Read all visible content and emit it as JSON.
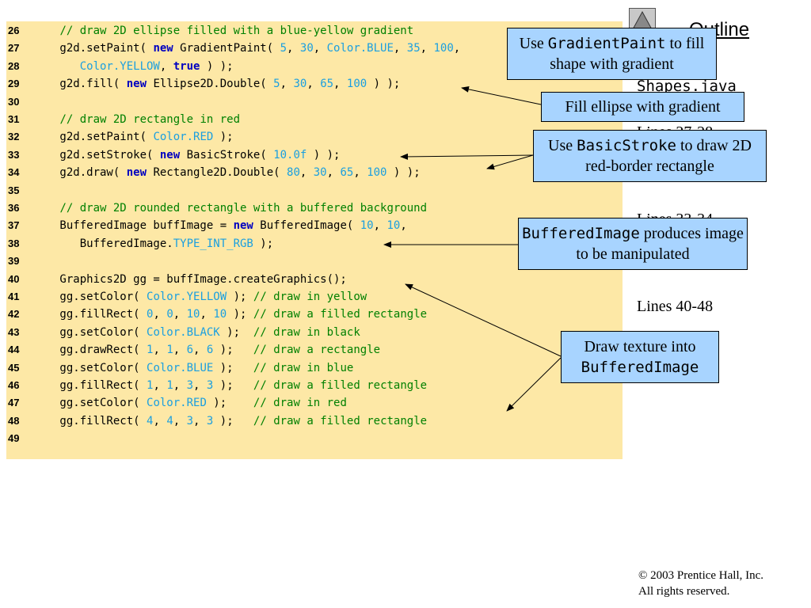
{
  "outline": {
    "title": "Outline",
    "filename": "Shapes.java",
    "labels": [
      "Lines 27-28",
      "Lines 33-34",
      "Lines 40-48"
    ]
  },
  "code_lines": [
    {
      "num": "26",
      "tokens": [
        {
          "t": "        "
        },
        {
          "t": "// draw 2D ellipse filled with a blue-yellow gradient",
          "s": "c"
        }
      ]
    },
    {
      "num": "27",
      "tokens": [
        {
          "t": "        g2d.setPaint( "
        },
        {
          "t": "new",
          "s": "k"
        },
        {
          "t": " GradientPaint( "
        },
        {
          "t": "5",
          "s": "n"
        },
        {
          "t": ", "
        },
        {
          "t": "30",
          "s": "n"
        },
        {
          "t": ", "
        },
        {
          "t": "Color.BLUE",
          "s": "n"
        },
        {
          "t": ", "
        },
        {
          "t": "35",
          "s": "n"
        },
        {
          "t": ", "
        },
        {
          "t": "100",
          "s": "n"
        },
        {
          "t": ","
        }
      ]
    },
    {
      "num": "28",
      "tokens": [
        {
          "t": "           "
        },
        {
          "t": "Color.YELLOW",
          "s": "n"
        },
        {
          "t": ", "
        },
        {
          "t": "true",
          "s": "k"
        },
        {
          "t": " ) );"
        }
      ]
    },
    {
      "num": "29",
      "tokens": [
        {
          "t": "        g2d.fill( "
        },
        {
          "t": "new",
          "s": "k"
        },
        {
          "t": " Ellipse2D.Double( "
        },
        {
          "t": "5",
          "s": "n"
        },
        {
          "t": ", "
        },
        {
          "t": "30",
          "s": "n"
        },
        {
          "t": ", "
        },
        {
          "t": "65",
          "s": "n"
        },
        {
          "t": ", "
        },
        {
          "t": "100",
          "s": "n"
        },
        {
          "t": " ) );"
        }
      ]
    },
    {
      "num": "30",
      "tokens": []
    },
    {
      "num": "31",
      "tokens": [
        {
          "t": "        "
        },
        {
          "t": "// draw 2D rectangle in red",
          "s": "c"
        }
      ]
    },
    {
      "num": "32",
      "tokens": [
        {
          "t": "        g2d.setPaint( "
        },
        {
          "t": "Color.RED",
          "s": "n"
        },
        {
          "t": " );"
        }
      ]
    },
    {
      "num": "33",
      "tokens": [
        {
          "t": "        g2d.setStroke( "
        },
        {
          "t": "new",
          "s": "k"
        },
        {
          "t": " BasicStroke( "
        },
        {
          "t": "10.0f",
          "s": "n"
        },
        {
          "t": " ) );"
        }
      ]
    },
    {
      "num": "34",
      "tokens": [
        {
          "t": "        g2d.draw( "
        },
        {
          "t": "new",
          "s": "k"
        },
        {
          "t": " Rectangle2D.Double( "
        },
        {
          "t": "80",
          "s": "n"
        },
        {
          "t": ", "
        },
        {
          "t": "30",
          "s": "n"
        },
        {
          "t": ", "
        },
        {
          "t": "65",
          "s": "n"
        },
        {
          "t": ", "
        },
        {
          "t": "100",
          "s": "n"
        },
        {
          "t": " ) );"
        }
      ]
    },
    {
      "num": "35",
      "tokens": []
    },
    {
      "num": "36",
      "tokens": [
        {
          "t": "        "
        },
        {
          "t": "// draw 2D rounded rectangle with a buffered background",
          "s": "c"
        }
      ]
    },
    {
      "num": "37",
      "tokens": [
        {
          "t": "        BufferedImage buffImage = "
        },
        {
          "t": "new",
          "s": "k"
        },
        {
          "t": " BufferedImage( "
        },
        {
          "t": "10",
          "s": "n"
        },
        {
          "t": ", "
        },
        {
          "t": "10",
          "s": "n"
        },
        {
          "t": ","
        }
      ]
    },
    {
      "num": "38",
      "tokens": [
        {
          "t": "           BufferedImage."
        },
        {
          "t": "TYPE_INT_RGB",
          "s": "n"
        },
        {
          "t": " );"
        }
      ]
    },
    {
      "num": "39",
      "tokens": []
    },
    {
      "num": "40",
      "tokens": [
        {
          "t": "        Graphics2D gg = buffImage.createGraphics();"
        }
      ]
    },
    {
      "num": "41",
      "tokens": [
        {
          "t": "        gg.setColor( "
        },
        {
          "t": "Color.YELLOW",
          "s": "n"
        },
        {
          "t": " ); "
        },
        {
          "t": "// draw in yellow",
          "s": "c"
        }
      ]
    },
    {
      "num": "42",
      "tokens": [
        {
          "t": "        gg.fillRect( "
        },
        {
          "t": "0",
          "s": "n"
        },
        {
          "t": ", "
        },
        {
          "t": "0",
          "s": "n"
        },
        {
          "t": ", "
        },
        {
          "t": "10",
          "s": "n"
        },
        {
          "t": ", "
        },
        {
          "t": "10",
          "s": "n"
        },
        {
          "t": " ); "
        },
        {
          "t": "// draw a filled rectangle",
          "s": "c"
        }
      ]
    },
    {
      "num": "43",
      "tokens": [
        {
          "t": "        gg.setColor( "
        },
        {
          "t": "Color.BLACK",
          "s": "n"
        },
        {
          "t": " );  "
        },
        {
          "t": "// draw in black",
          "s": "c"
        }
      ]
    },
    {
      "num": "44",
      "tokens": [
        {
          "t": "        gg.drawRect( "
        },
        {
          "t": "1",
          "s": "n"
        },
        {
          "t": ", "
        },
        {
          "t": "1",
          "s": "n"
        },
        {
          "t": ", "
        },
        {
          "t": "6",
          "s": "n"
        },
        {
          "t": ", "
        },
        {
          "t": "6",
          "s": "n"
        },
        {
          "t": " );   "
        },
        {
          "t": "// draw a rectangle",
          "s": "c"
        }
      ]
    },
    {
      "num": "45",
      "tokens": [
        {
          "t": "        gg.setColor( "
        },
        {
          "t": "Color.BLUE",
          "s": "n"
        },
        {
          "t": " );   "
        },
        {
          "t": "// draw in blue",
          "s": "c"
        }
      ]
    },
    {
      "num": "46",
      "tokens": [
        {
          "t": "        gg.fillRect( "
        },
        {
          "t": "1",
          "s": "n"
        },
        {
          "t": ", "
        },
        {
          "t": "1",
          "s": "n"
        },
        {
          "t": ", "
        },
        {
          "t": "3",
          "s": "n"
        },
        {
          "t": ", "
        },
        {
          "t": "3",
          "s": "n"
        },
        {
          "t": " );   "
        },
        {
          "t": "// draw a filled rectangle",
          "s": "c"
        }
      ]
    },
    {
      "num": "47",
      "tokens": [
        {
          "t": "        gg.setColor( "
        },
        {
          "t": "Color.RED",
          "s": "n"
        },
        {
          "t": " );    "
        },
        {
          "t": "// draw in red",
          "s": "c"
        }
      ]
    },
    {
      "num": "48",
      "tokens": [
        {
          "t": "        gg.fillRect( "
        },
        {
          "t": "4",
          "s": "n"
        },
        {
          "t": ", "
        },
        {
          "t": "4",
          "s": "n"
        },
        {
          "t": ", "
        },
        {
          "t": "3",
          "s": "n"
        },
        {
          "t": ", "
        },
        {
          "t": "3",
          "s": "n"
        },
        {
          "t": " );   "
        },
        {
          "t": "// draw a filled rectangle",
          "s": "c"
        }
      ]
    },
    {
      "num": "49",
      "tokens": []
    }
  ],
  "callouts": {
    "gradient": {
      "pre": "Use ",
      "code": "GradientPaint",
      "post": " to fill shape with gradient"
    },
    "fill_ellipse": {
      "text": "Fill ellipse with gradient"
    },
    "basic_stroke": {
      "pre": "Use ",
      "code": "BasicStroke",
      "post": " to draw 2D red-border rectangle"
    },
    "buffered_image": {
      "code": "BufferedImage",
      "post": " produces image to be manipulated"
    },
    "texture": {
      "pre": "Draw texture into",
      "code": "BufferedImage"
    }
  },
  "copyright": {
    "symbol": "©",
    "line1": " 2003 Prentice Hall, Inc.",
    "line2": "All rights reserved."
  },
  "colors": {
    "panel": "#fde8a6",
    "callout": "#a8d4ff",
    "keyword": "#0000c0",
    "number": "#1a9fe0",
    "comment": "#008000"
  }
}
